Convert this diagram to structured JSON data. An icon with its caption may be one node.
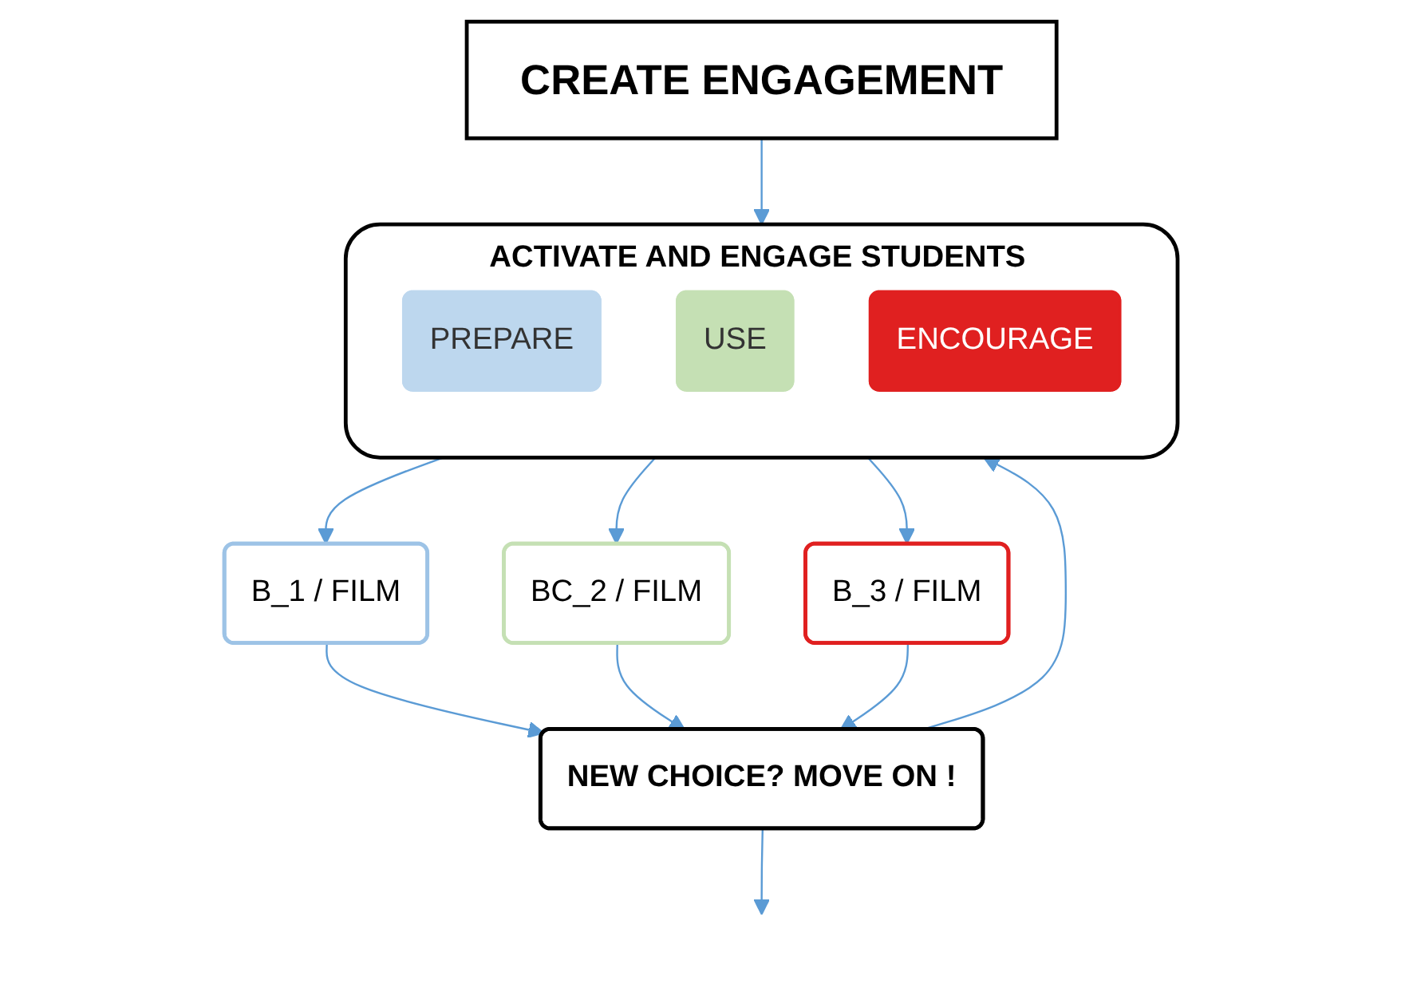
{
  "diagram": {
    "nodes": [
      {
        "text": [
          "CREATE ENGAGEMENT"
        ]
      },
      {
        "text": [
          "ACTIVATE AND ENGAGE STUDENTS"
        ]
      },
      {
        "text": [
          "PREPARE"
        ],
        "in": 1
      },
      {
        "text": [
          "USE"
        ],
        "in": 1
      },
      {
        "text": [
          "ENCOURAGE"
        ],
        "in": 1
      },
      {
        "text": [
          "B_1 / FILM"
        ]
      },
      {
        "text": [
          "BC_2 / FILM"
        ]
      },
      {
        "text": [
          "B_3 / FILM"
        ]
      },
      {
        "text": [
          "NEW CHOICE? MOVE ON !"
        ]
      }
    ],
    "edges": [
      {
        "from": 0,
        "to": 1,
        "arrow": "to"
      },
      {
        "from": 1,
        "to": 5,
        "arrow": "to"
      },
      {
        "from": 1,
        "to": 6,
        "arrow": "to"
      },
      {
        "from": 1,
        "to": 7,
        "arrow": "to"
      },
      {
        "from": 5,
        "to": 8,
        "arrow": "to"
      },
      {
        "from": 6,
        "to": 8,
        "arrow": "to"
      },
      {
        "from": 7,
        "to": 8,
        "arrow": "to"
      },
      {
        "from": 8,
        "to": 1,
        "arrow": "to"
      },
      {
        "from": 8,
        "to": null,
        "arrow": "to"
      }
    ]
  }
}
